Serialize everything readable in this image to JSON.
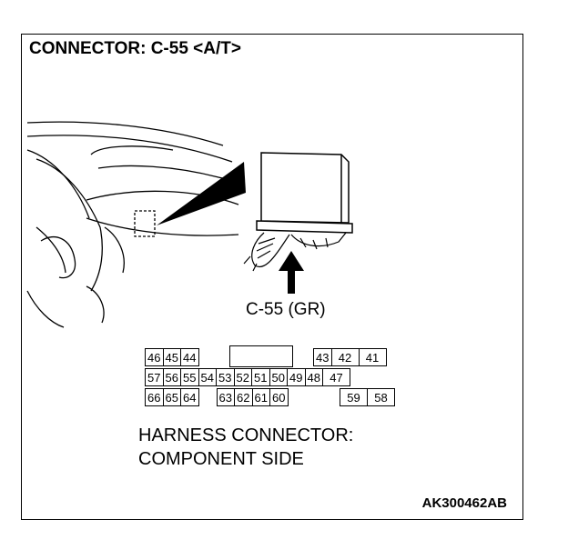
{
  "title": "CONNECTOR: C-55 <A/T>",
  "connector_label": "C-55 (GR)",
  "note_line1": "HARNESS CONNECTOR:",
  "note_line2": "COMPONENT SIDE",
  "figure_code": "AK300462AB",
  "pins": {
    "row1_left": [
      "46",
      "45",
      "44"
    ],
    "row1_right": [
      "43",
      "42",
      "41"
    ],
    "row2": [
      "57",
      "56",
      "55",
      "54",
      "53",
      "52",
      "51",
      "50",
      "49",
      "48",
      "47"
    ],
    "row3_left": [
      "66",
      "65",
      "64"
    ],
    "row3_mid": [
      "63",
      "62",
      "61",
      "60"
    ],
    "row3_right": [
      "59",
      "58"
    ]
  }
}
